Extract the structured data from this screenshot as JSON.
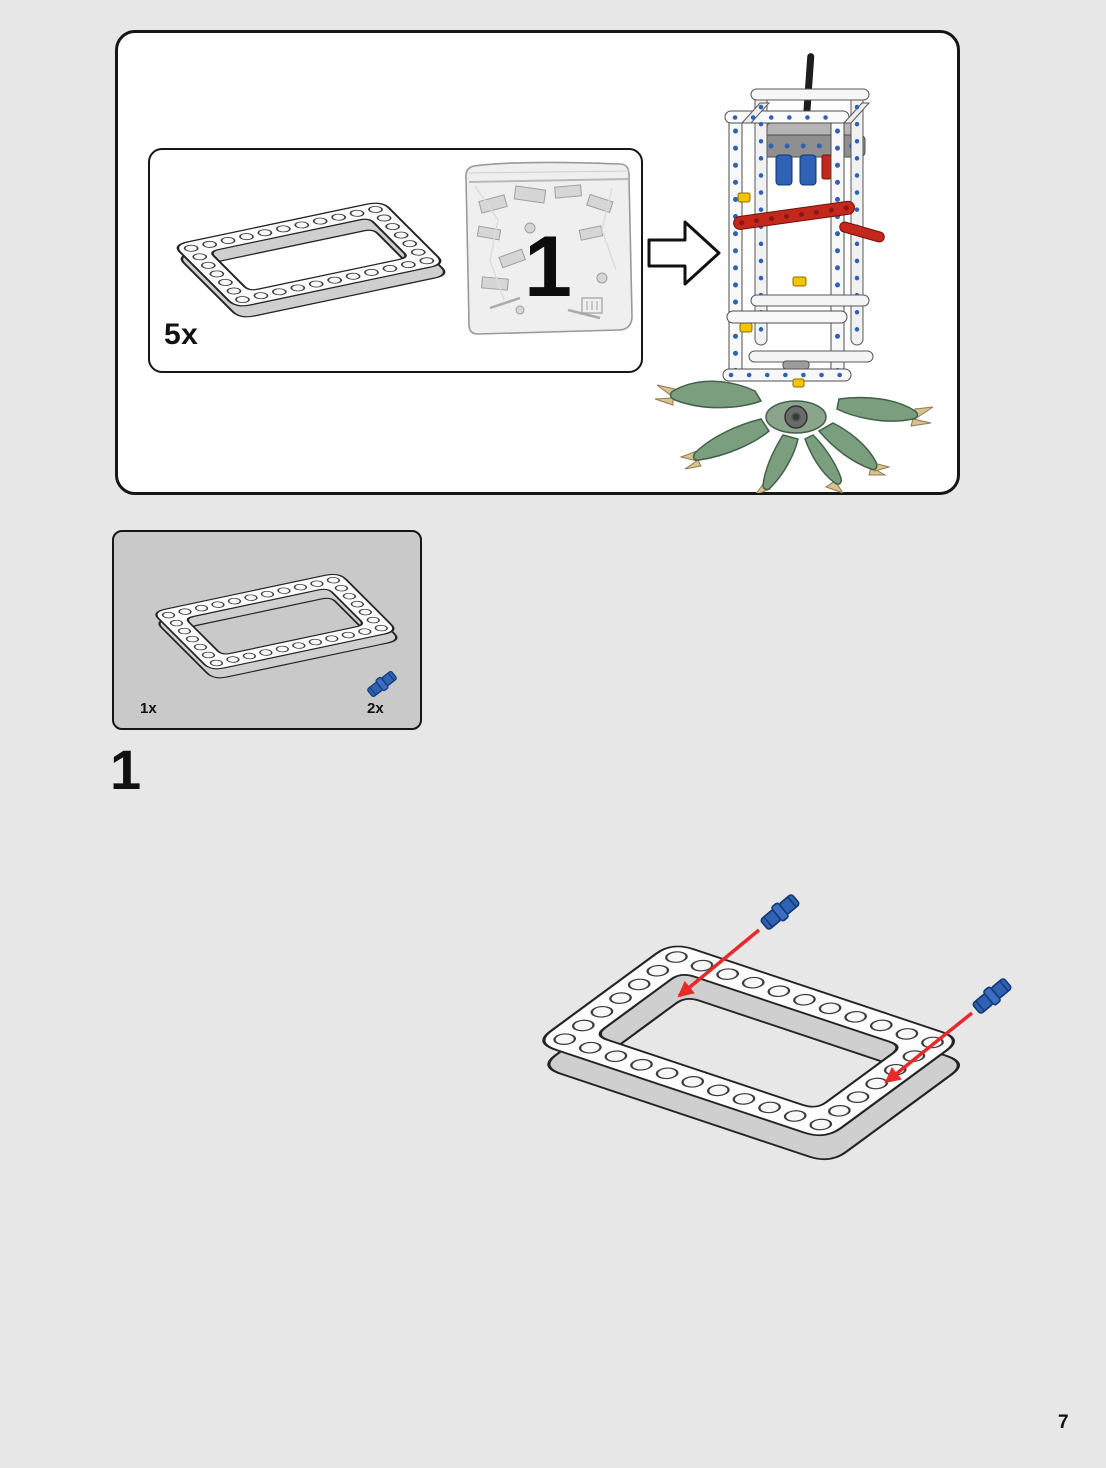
{
  "page": {
    "number": "7",
    "background_color": "#e7e7e7"
  },
  "overview_panel": {
    "frame_count": "5x",
    "bag_number": "1"
  },
  "parts_callout": {
    "frame_count": "1x",
    "pin_count": "2x"
  },
  "step": {
    "number": "1"
  },
  "colors": {
    "pin_blue": "#2f62b5",
    "arrow_red": "#e62a2a",
    "beam_red": "#c4281c",
    "flipper_green": "#7b9f7e",
    "claw_tan": "#d8c28f",
    "accent_yellow": "#f2c500"
  }
}
